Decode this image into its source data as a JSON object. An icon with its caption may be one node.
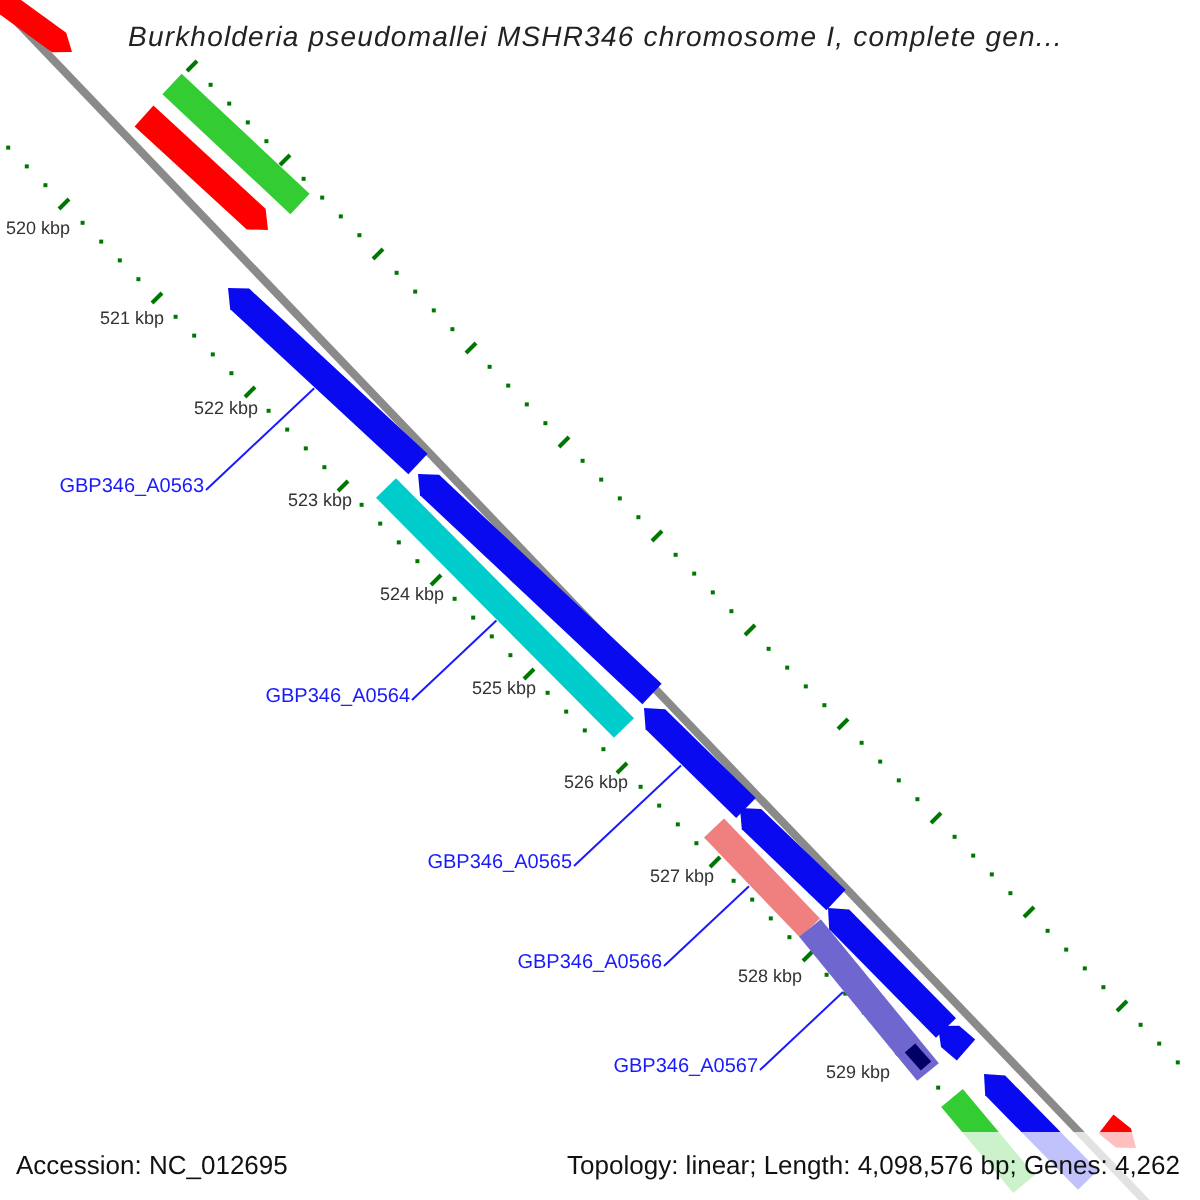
{
  "diagram": {
    "title": "Burkholderia pseudomallei MSHR346 chromosome I, complete gen...",
    "nodes": [
      {
        "text": [
          "GBP346_A0563"
        ]
      },
      {
        "text": [
          "GBP346_A0564"
        ]
      },
      {
        "text": [
          "GBP346_A0565"
        ]
      },
      {
        "text": [
          "GBP346_A0566"
        ]
      },
      {
        "text": [
          "GBP346_A0567"
        ]
      },
      {
        "text": [],
        "shape": "bar"
      },
      {
        "text": [],
        "shape": "bar"
      },
      {
        "text": [],
        "shape": "bar"
      },
      {
        "text": [],
        "shape": "bar"
      },
      {
        "text": [],
        "shape": "bar"
      },
      {
        "text": [],
        "shape": "bar"
      },
      {
        "text": [],
        "shape": "bar"
      },
      {
        "text": [],
        "shape": "bar"
      },
      {
        "text": [],
        "shape": "bar"
      },
      {
        "text": [],
        "shape": "bar"
      },
      {
        "text": [],
        "shape": "bar"
      },
      {
        "text": [],
        "shape": "bar"
      },
      {
        "text": [],
        "shape": "bar"
      },
      {
        "text": [],
        "shape": "bar"
      },
      {
        "text": [],
        "shape": "bar"
      }
    ],
    "edges": [
      {
        "from": 0,
        "to": 8,
        "arrow": "none"
      },
      {
        "from": 1,
        "to": 10,
        "arrow": "none"
      },
      {
        "from": 2,
        "to": 11,
        "arrow": "none"
      },
      {
        "from": 3,
        "to": 13,
        "arrow": "none"
      },
      {
        "from": 4,
        "to": 15,
        "arrow": "none"
      }
    ],
    "labels": [
      "520 kbp",
      "521 kbp",
      "522 kbp",
      "523 kbp",
      "524 kbp",
      "525 kbp",
      "526 kbp",
      "527 kbp",
      "528 kbp",
      "529 kbp",
      "Accession: NC_012695",
      "Topology: linear; Length: 4,098,576 bp; Genes: 4,262"
    ]
  }
}
